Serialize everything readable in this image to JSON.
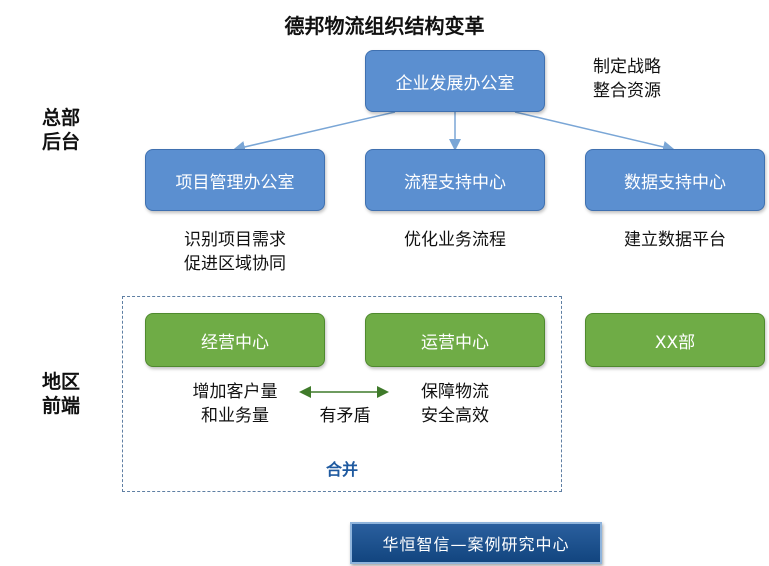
{
  "title": "德邦物流组织结构变革",
  "side_labels": {
    "hq": [
      "总部",
      "后台"
    ],
    "region": [
      "地区",
      "前端"
    ]
  },
  "boxes": {
    "top": "企业发展办公室",
    "pmo": "项目管理办公室",
    "process": "流程支持中心",
    "data": "数据支持中心",
    "business": "经营中心",
    "operations": "运营中心",
    "xx": "XX部"
  },
  "notes": {
    "top": [
      "制定战略",
      "整合资源"
    ],
    "pmo": [
      "识别项目需求",
      "促进区域协同"
    ],
    "process": [
      "优化业务流程"
    ],
    "data": [
      "建立数据平台"
    ],
    "business": [
      "增加客户量",
      "和业务量"
    ],
    "conflict": "有矛盾",
    "operations": [
      "保障物流",
      "安全高效"
    ]
  },
  "merge_label": "合并",
  "banner": "华恒智信—案例研究中心",
  "colors": {
    "blue_box": "#5b8fd0",
    "green_box": "#6fac46",
    "connector": "#7aa6d6",
    "arrow_green": "#3f7a2a",
    "merge_text": "#1f5aa0"
  }
}
